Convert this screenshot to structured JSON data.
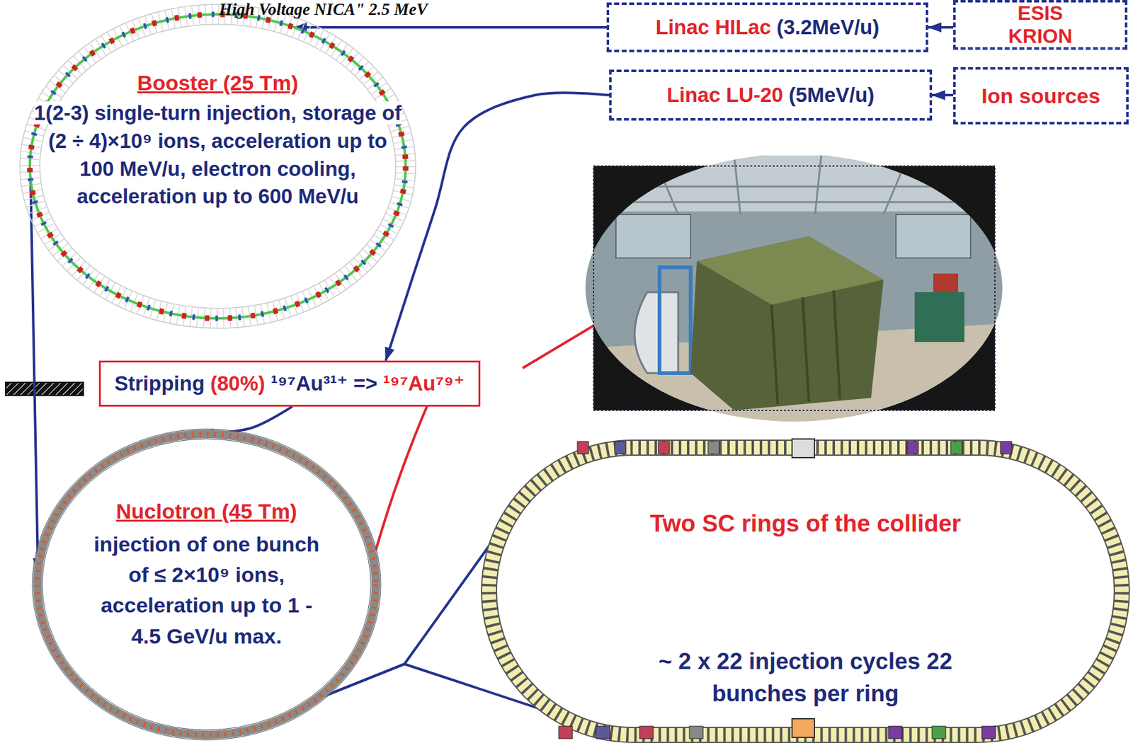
{
  "diagram": {
    "nodes": [
      {
        "text": [
          "Linac HILac (3.2MeV/u)"
        ]
      },
      {
        "text": [
          "ESIS KRION"
        ]
      },
      {
        "text": [
          "Linac LU-20 (5MeV/u)"
        ]
      },
      {
        "text": [
          "Ion sources"
        ]
      },
      {
        "text": [
          "Booster (25 Tm)",
          "1(2-3) single-turn injection, storage of (2 ÷ 4)×10⁹ ions, acceleration up to 100 MeV/u, electron cooling, acceleration up to 600 MeV/u"
        ]
      },
      {
        "text": [
          "Stripping (80%) ¹⁹⁷Au³¹⁺ => ¹⁹⁷Au⁷⁹⁺"
        ]
      },
      {
        "text": [
          "Nuclotron (45 Tm)",
          "injection of one bunch of ≤ 2×10⁹ ions, acceleration up to 1 - 4.5 GeV/u max."
        ]
      },
      {
        "text": [
          "Two SC rings of the collider",
          "~ 2 x 22 injection cycles 22 bunches per ring"
        ]
      }
    ],
    "edges": [
      {
        "from": 1,
        "to": 0,
        "arrow": "to"
      },
      {
        "from": 0,
        "to": 4,
        "arrow": "to"
      },
      {
        "from": 3,
        "to": 2,
        "arrow": "to"
      },
      {
        "from": 2,
        "to": 5,
        "arrow": "to"
      },
      {
        "from": 4,
        "to": 6,
        "arrow": "to"
      },
      {
        "from": 5,
        "to": 6,
        "arrow": "to"
      },
      {
        "from": 6,
        "to": 7,
        "arrow": "to"
      },
      {
        "from": 6,
        "to": 7,
        "arrow": "to"
      }
    ],
    "labels": [
      "High Voltage NICA\" 2.5 MeV"
    ]
  }
}
